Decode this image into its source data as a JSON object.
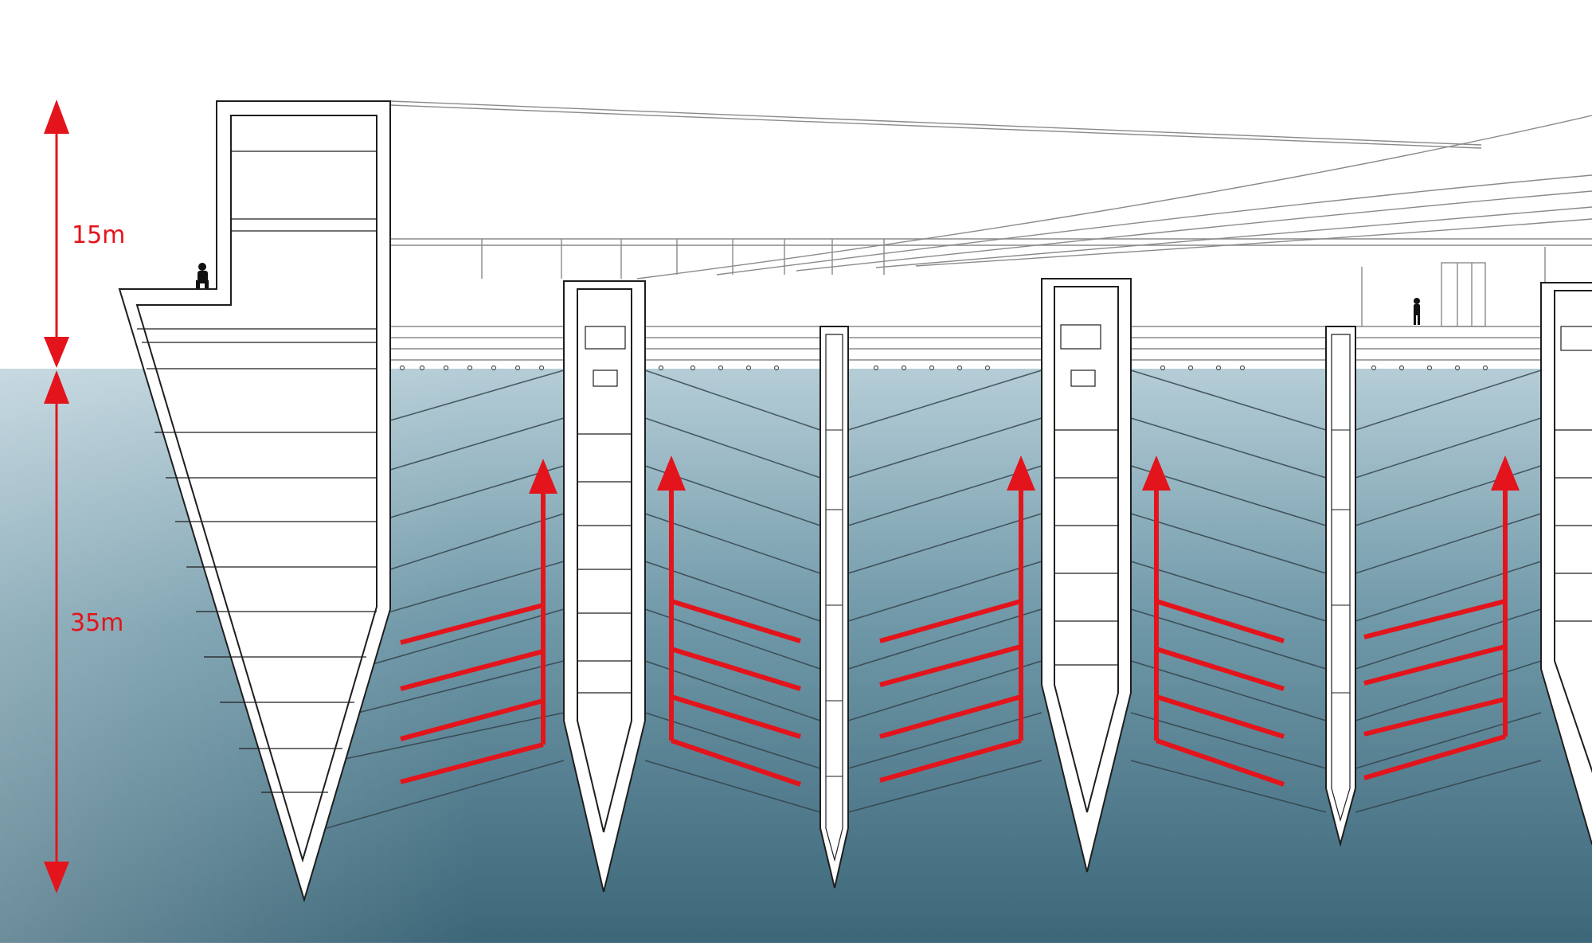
{
  "dimensions": {
    "above_label": "15m",
    "below_label": "35m"
  },
  "colors": {
    "annotation": "#e3141b",
    "water_top": "#a9c4cf",
    "water_bottom": "#3f6b7e",
    "line": "#2a2a2a",
    "structure_fill": "#ffffff"
  },
  "diagram": {
    "hull_count": 5,
    "flow_arrow_count": 5,
    "people_count": 2
  }
}
